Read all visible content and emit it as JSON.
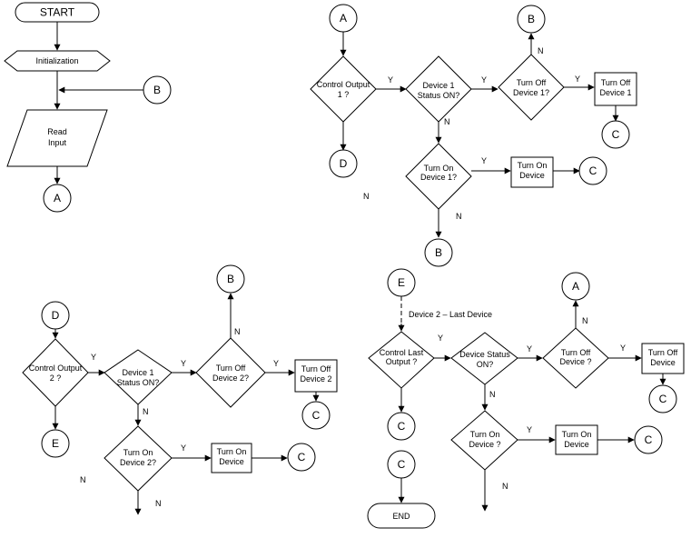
{
  "flow1": {
    "start": "START",
    "init": "Initialization",
    "connector_b": "B",
    "read": [
      "Read",
      "Input"
    ],
    "connector_a": "A"
  },
  "flow2": {
    "connector_a": "A",
    "decision_control": [
      "Control Output",
      "1 ?"
    ],
    "decision_status": [
      "Device 1",
      "Status ON?"
    ],
    "decision_turn_off": [
      "Turn Off",
      "Device 1?"
    ],
    "process_turn_off": [
      "Turn Off",
      "Device 1"
    ],
    "connector_b_top": "B",
    "connector_c_off": "C",
    "connector_d": "D",
    "decision_turn_on": [
      "Turn On",
      "Device 1?"
    ],
    "process_turn_on": [
      "Turn On",
      "Device"
    ],
    "connector_c_on": "C",
    "connector_b_bottom": "B",
    "label_y1": "Y",
    "label_y2": "Y",
    "label_y3": "Y",
    "label_y4": "Y",
    "label_n1": "N",
    "label_n2": "N",
    "label_n3": "N",
    "label_n4": "N"
  },
  "flow3": {
    "connector_d": "D",
    "decision_control": [
      "Control Output",
      "2 ?"
    ],
    "decision_status": [
      "Device 1",
      "Status ON?"
    ],
    "decision_turn_off": [
      "Turn Off",
      "Device 2?"
    ],
    "process_turn_off": [
      "Turn Off",
      "Device 2"
    ],
    "connector_b": "B",
    "connector_c_off": "C",
    "connector_e": "E",
    "decision_turn_on": [
      "Turn On",
      "Device 2?"
    ],
    "process_turn_on": [
      "Turn On",
      "Device"
    ],
    "connector_c_on": "C",
    "label_y1": "Y",
    "label_y2": "Y",
    "label_y3": "Y",
    "label_y4": "Y",
    "label_n1": "N",
    "label_n2": "N",
    "label_n3": "N",
    "label_n4": "N"
  },
  "flow4": {
    "connector_e": "E",
    "annotation": "Device 2 – Last Device",
    "decision_control": [
      "Control Last",
      "Output ?"
    ],
    "decision_status": [
      "Device Status",
      "ON?"
    ],
    "decision_turn_off": [
      "Turn Off",
      "Device ?"
    ],
    "process_turn_off": [
      "Turn Off",
      "Device"
    ],
    "connector_a": "A",
    "connector_c_off": "C",
    "connector_c_left": "C",
    "connector_c_end": "C",
    "end": "END",
    "decision_turn_on": [
      "Turn On",
      "Device ?"
    ],
    "process_turn_on": [
      "Turn On",
      "Device"
    ],
    "connector_c_on": "C",
    "label_y1": "Y",
    "label_y2": "Y",
    "label_y3": "Y",
    "label_y4": "Y",
    "label_n1": "N",
    "label_n2": "N",
    "label_n3": "N"
  }
}
